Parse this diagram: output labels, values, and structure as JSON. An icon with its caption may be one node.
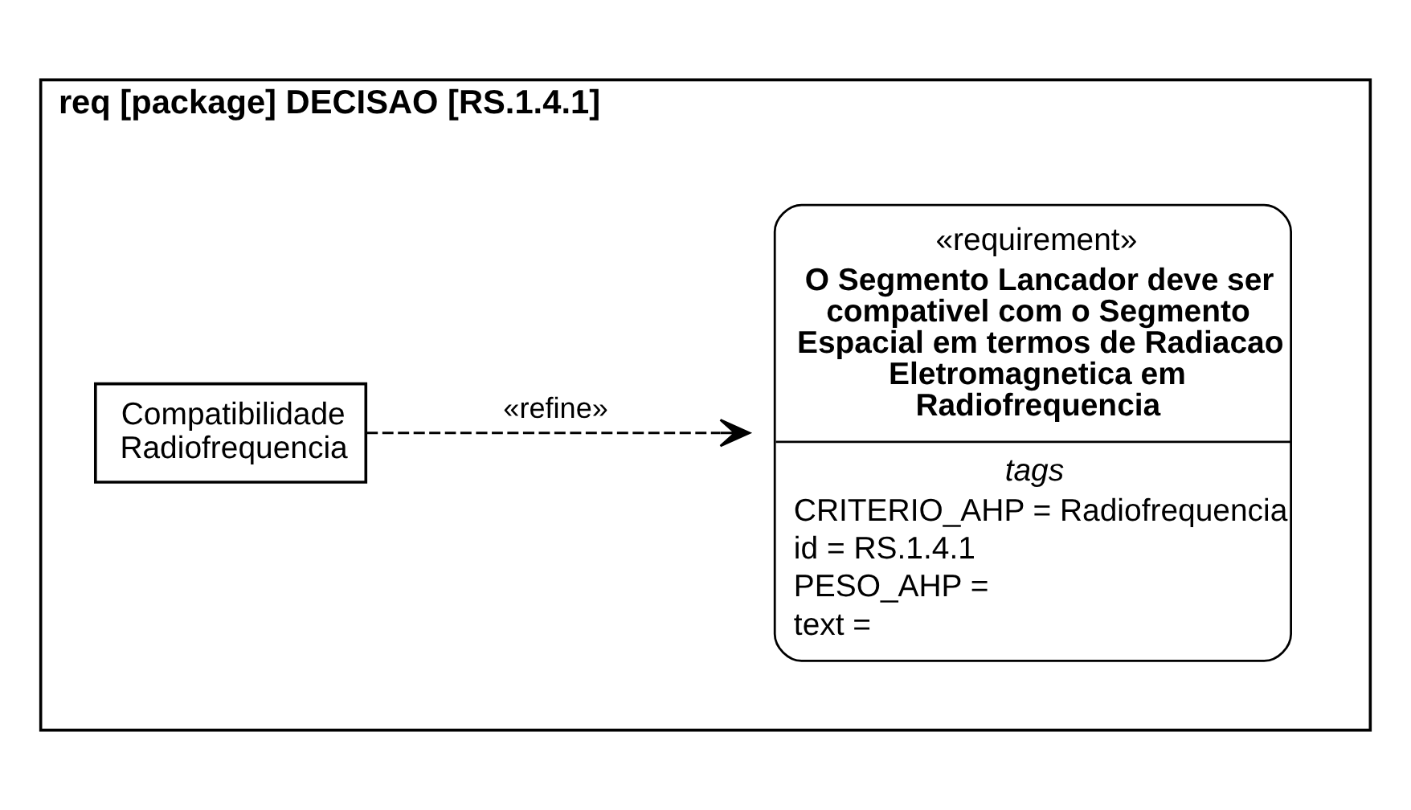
{
  "diagram": {
    "nodes": [
      {
        "text": [
          "req [package] DECISAO [RS.1.4.1]"
        ]
      },
      {
        "text": [
          "«requirement»",
          "O Segmento Lancador deve ser compativel com o Segmento Espacial em termos de Radiacao Eletromagnetica em Radiofrequencia",
          "tags",
          "CRITERIO_AHP = Radiofrequencia",
          "id = RS.1.4.1",
          "PESO_AHP =",
          "text ="
        ],
        "in": 0
      },
      {
        "text": [
          "Compatibilidade Radiofrequencia"
        ],
        "in": 0
      }
    ],
    "edges": [
      {
        "from": 2,
        "to": 1,
        "arrow": "to",
        "label": "«refine»",
        "style": "dashed"
      }
    ]
  }
}
